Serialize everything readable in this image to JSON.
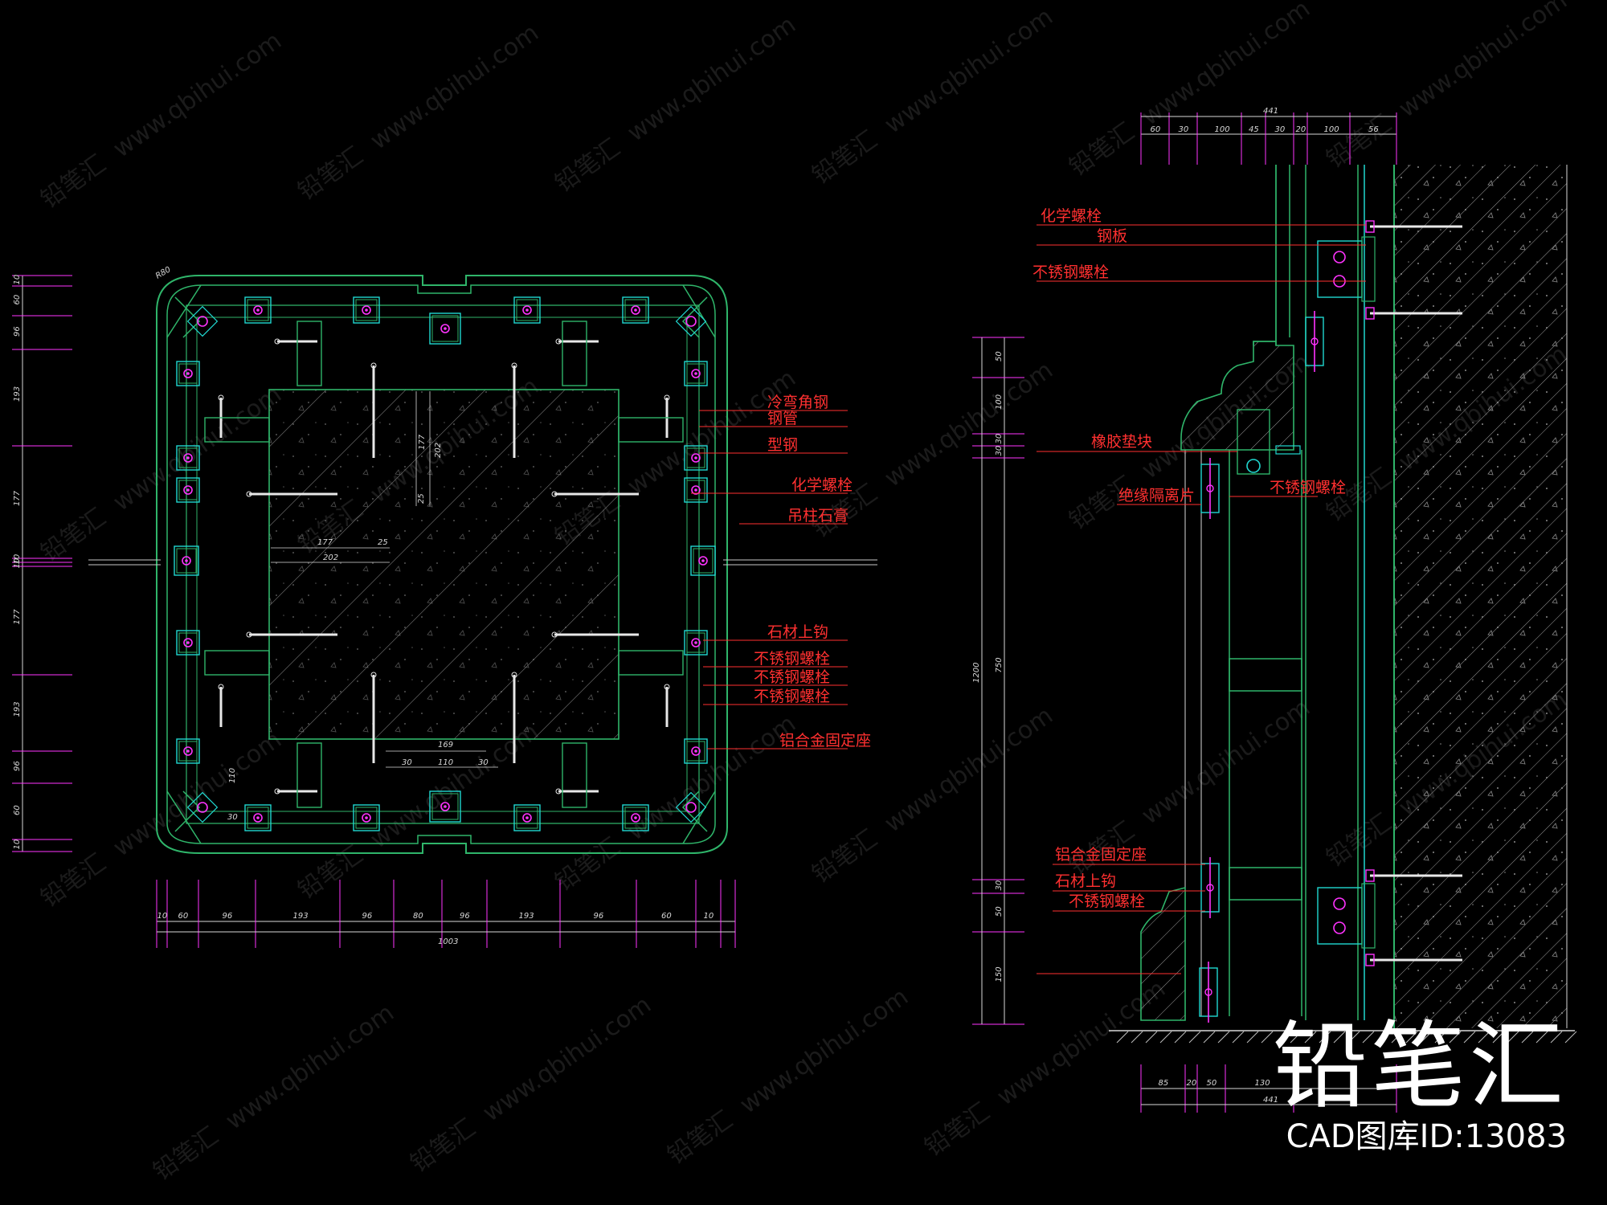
{
  "watermark": {
    "brand": "铅笔汇",
    "url": "www.qbihui.com",
    "cad_id": "CAD图库ID:13083"
  },
  "plan_labels": [
    "冷弯角钢",
    "钢管",
    "型钢",
    "化学螺栓",
    "吊柱石膏",
    "石材上钩",
    "不锈钢螺栓",
    "不锈钢螺栓",
    "不锈钢螺栓",
    "铝合金固定座"
  ],
  "plan_dims": {
    "bottom": [
      "10",
      "60",
      "96",
      "193",
      "96",
      "80",
      "96",
      "193",
      "96",
      "60",
      "10"
    ],
    "bottom_total": "1003",
    "left": [
      "10",
      "60",
      "96",
      "193",
      "177",
      "10",
      "10",
      "177",
      "193",
      "96",
      "60",
      "10"
    ],
    "inner": [
      "177",
      "202",
      "177",
      "202",
      "25",
      "25",
      "169",
      "30",
      "110",
      "30",
      "110",
      "30",
      "R80"
    ]
  },
  "section_labels": {
    "top": [
      "化学螺栓",
      "钢板",
      "不锈钢螺栓",
      "橡胶垫块",
      "绝缘隔离片",
      "不锈钢螺栓"
    ],
    "bottom": [
      "铝合金固定座",
      "石材上钩",
      "不锈钢螺栓"
    ]
  },
  "section_dims": {
    "top": [
      "60",
      "30",
      "100",
      "45",
      "30",
      "20",
      "100",
      "56"
    ],
    "top_total": "441",
    "bottom": [
      "85",
      "20",
      "50",
      "130"
    ],
    "bottom_total": "441",
    "left": [
      "50",
      "100",
      "30",
      "30",
      "750",
      "30",
      "50",
      "150"
    ],
    "left_total": "1200"
  },
  "colors": {
    "background": "#000000",
    "outline": "#2fb56a",
    "plate": "#20d8d0",
    "bolt": "#ff33ff",
    "label": "#ff3030",
    "dim": "#d8d8d8",
    "leader": "#ff3030"
  }
}
